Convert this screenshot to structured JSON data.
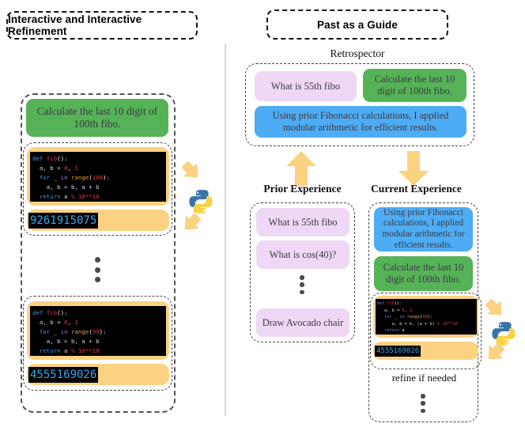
{
  "headers": {
    "left_title": "Interactive and Interactive Refinement",
    "right_title": "Past as a Guide"
  },
  "left_panel": {
    "prompt": "Calculate the last 10 digit of 100th fibo.",
    "iteration_1": {
      "code_lines": [
        "def fib():",
        "  a, b = 0, 1",
        "  for _ in range(100):",
        "    a, b = b, a + b",
        "  return a % 10**10"
      ],
      "output": "9261915075"
    },
    "ellipsis": "⋮",
    "iteration_2": {
      "code_lines": [
        "def fib():",
        "  a, b = 0, 1",
        "  for _ in range(99):",
        "    a, b = b, a + b",
        "  return a % 10**10"
      ],
      "output": "4555169026"
    },
    "python_logo_alt": "python-logo"
  },
  "right_panel": {
    "retrospector_caption": "Retrospector",
    "retrospector": {
      "query_chip": "What is 55th fibo",
      "task_chip": "Calculate the last 10 digit of 100th fibo.",
      "insight_chip": "Using prior Fibonacci calculations, I applied modular arithmetic for efficient results."
    },
    "prior_experience": {
      "caption": "Prior Experience",
      "items": [
        "What is 55th fibo",
        "What is cos(40)?",
        "Draw Avocado chair"
      ],
      "ellipsis": "⋮"
    },
    "current_experience": {
      "caption": "Current Experience",
      "insight": "Using prior Fibonacci calculations, I applied modular arithmetic for efficient results.",
      "task": "Calculate the last 10 digit of 100th fibo.",
      "code_lines": [
        "def fib():",
        "   a, b = 0, 1.",
        "   for _ in range(99):",
        "      a, b = b, (a + b) % 10**10",
        "   return a"
      ],
      "output": "4555169026",
      "refine_label": "refine if needed",
      "ellipsis": "⋮",
      "python_logo_alt": "python-logo"
    },
    "arrow_up_alt": "arrow-up",
    "arrow_down_alt": "arrow-down"
  },
  "colors": {
    "pink": "#efd7f6",
    "green": "#56b257",
    "blue": "#4dacf3",
    "orange": "#fbd282",
    "terminal_bg": "#000000",
    "output_text": "#35a7ef"
  }
}
